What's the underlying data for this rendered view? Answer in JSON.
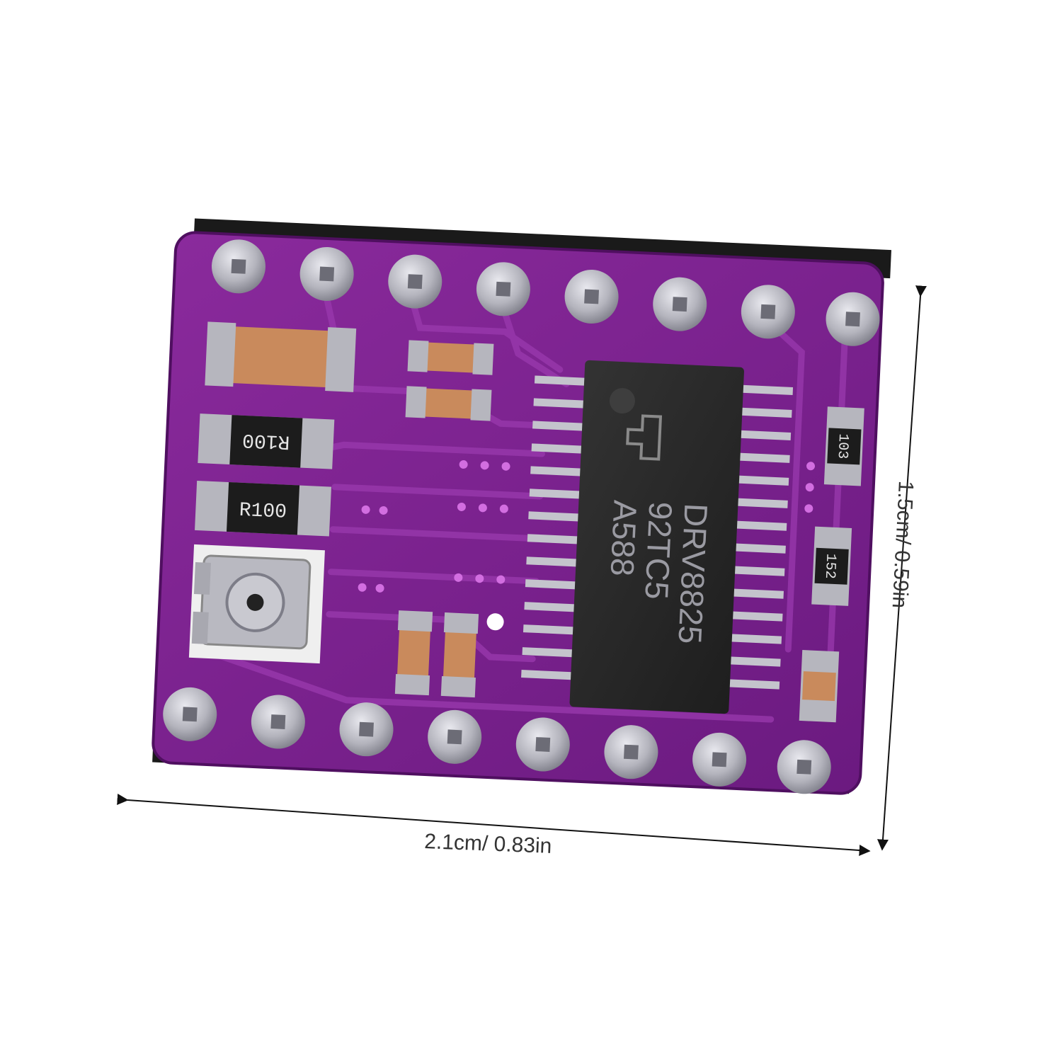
{
  "product": {
    "chip_lines": [
      "DRV8825",
      "92TC5",
      "A588"
    ],
    "resistor_labels": [
      "R100",
      "R100"
    ],
    "smd_labels": [
      "103",
      "152"
    ],
    "colors": {
      "pcb": "#7a1f8c",
      "pcb_dark": "#5c1470",
      "chip": "#2b2b2b",
      "pin": "#b9b9c2",
      "capacitor": "#c98a5c",
      "background": "#ffffff"
    }
  },
  "dimensions": {
    "width": "2.1cm/ 0.83in",
    "height": "1.5cm/ 0.59in"
  }
}
